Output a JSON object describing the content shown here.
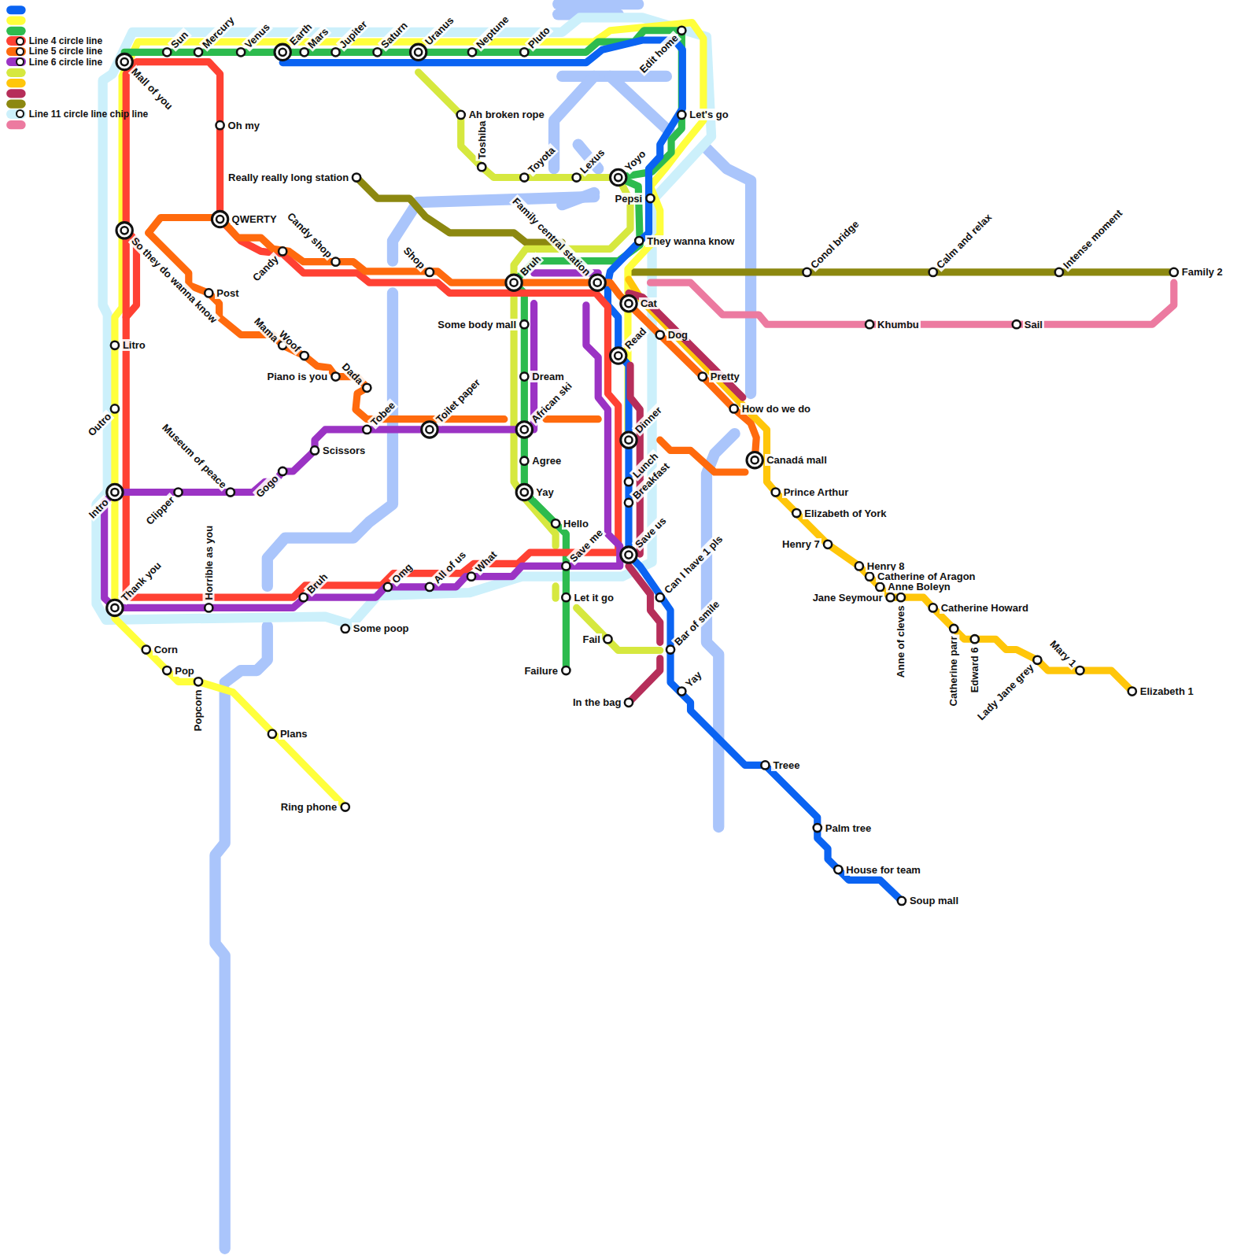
{
  "diagram": {
    "labels": [
      "Mall of you",
      "Sun",
      "Mercury",
      "Venus",
      "Earth",
      "Mars",
      "Jupiter",
      "Saturn",
      "Uranus",
      "Neptune",
      "Pluto",
      "Edit home",
      "Let's go",
      "Oh my",
      "QWERTY",
      "So they do wanna know",
      "Really really long station",
      "Ah broken rope",
      "Toshiba",
      "Toyota",
      "Lexus",
      "Yoyo",
      "Pepsi",
      "They wanna know",
      "Candy shop",
      "Candy",
      "Shop",
      "Bruh",
      "Family central station",
      "Cat",
      "Conol bridge",
      "Calm and relax",
      "Intense moment",
      "Family 2",
      "Khumbu",
      "Sail",
      "Post",
      "Litro",
      "Mama",
      "Woof",
      "Some body mall",
      "Dog",
      "Read",
      "Dream",
      "Pretty",
      "Piano is you",
      "Dada",
      "Outro",
      "How do we do",
      "Tobee",
      "Toilet paper",
      "African ski",
      "Dinner",
      "Scissors",
      "Canadá mall",
      "Agree",
      "Gogo",
      "Lunch",
      "Intro",
      "Clipper",
      "Museum of peace",
      "Yay",
      "Prince Arthur",
      "Breakfast",
      "Elizabeth of York",
      "Hello",
      "Henry 7",
      "Save us",
      "Save me",
      "Henry 8",
      "Catherine of Aragon",
      "What",
      "Omg",
      "All of us",
      "Anne Boleyn",
      "Bruh",
      "Let it go",
      "Can I have 1 pls",
      "Jane Seymour",
      "Anne of cleves",
      "Thank you",
      "Horrible as you",
      "Catherine Howard",
      "Some poop",
      "Catherine parr",
      "Edward 6",
      "Fail",
      "Corn",
      "Bar of smile",
      "Lady Jane grey",
      "Mary 1",
      "Pop",
      "Failure",
      "Popcorn",
      "Yay",
      "Elizabeth 1",
      "In the bag",
      "Plans",
      "Treee",
      "Ring phone",
      "Palm tree",
      "House for team",
      "Soup mall"
    ],
    "legend": [
      {
        "text": "Line 4 circle line",
        "color": "#ff4133"
      },
      {
        "text": "Line 5 circle line",
        "color": "#ff6a0d"
      },
      {
        "text": "Line 6 circle line",
        "color": "#9b33c4"
      },
      {
        "text": "Line 11 circle line chip line",
        "color": "#ccf0fb"
      }
    ]
  }
}
